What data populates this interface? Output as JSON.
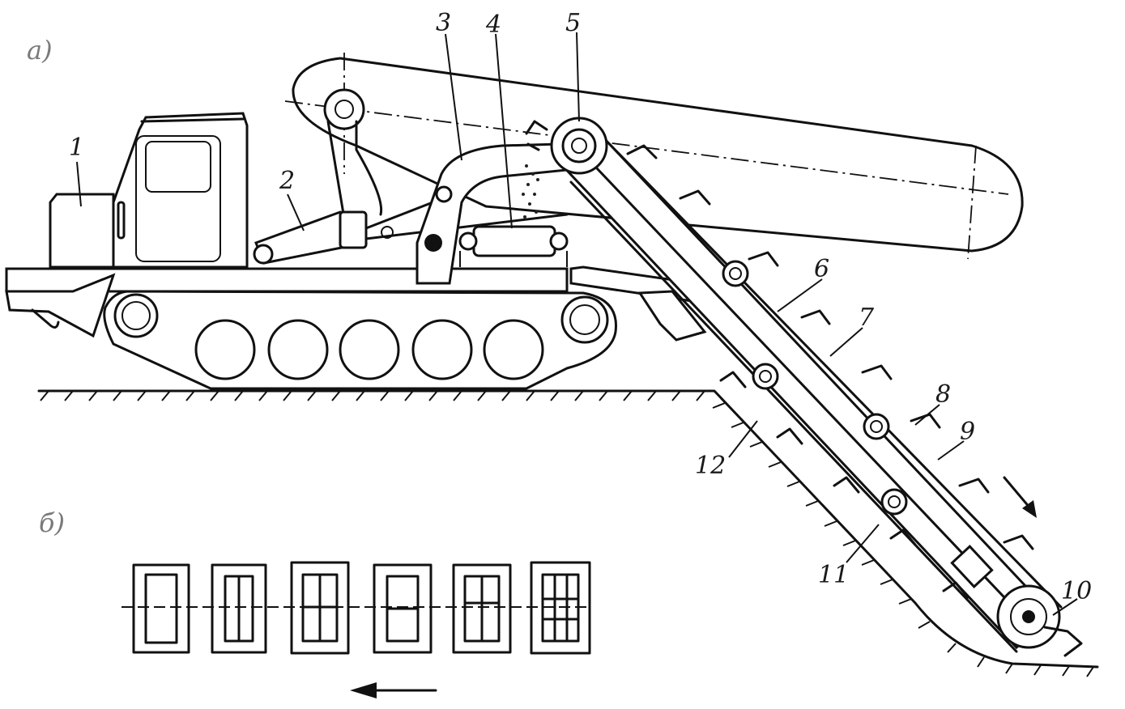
{
  "panels": {
    "a": "а)",
    "b": "б)"
  },
  "callouts": [
    "1",
    "2",
    "3",
    "4",
    "5",
    "6",
    "7",
    "8",
    "9",
    "10",
    "11",
    "12"
  ]
}
